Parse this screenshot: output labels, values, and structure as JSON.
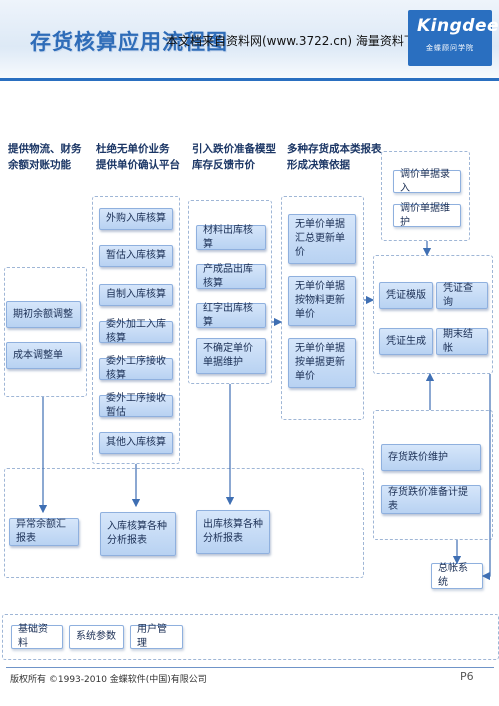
{
  "header": {
    "title": "存货核算应用流程图",
    "overlay_text": "本文档来自资料网(www.3722.cn) 海量资料下载",
    "logo_name": "Kingdee",
    "logo_sub": "金蝶顾问学院",
    "brand_color": "#2a6fc0"
  },
  "columns": [
    {
      "line1": "提供物流、财务",
      "line2": "余额对账功能"
    },
    {
      "line1": "杜绝无单价业务",
      "line2": "提供单价确认平台"
    },
    {
      "line1": "引入跌价准备模型",
      "line2": "库存反馈市价"
    },
    {
      "line1": "多种存货成本类报表",
      "line2": "形成决策依据"
    }
  ],
  "left_boxes": [
    "期初余额调整",
    "成本调整单"
  ],
  "inbound_boxes": [
    "外购入库核算",
    "暂估入库核算",
    "自制入库核算",
    "委外加工入库核算",
    "委外工序接收核算",
    "委外工序接收暂估",
    "其他入库核算"
  ],
  "outbound_boxes": [
    "材料出库核算",
    "产成品出库核算",
    "红字出库核算",
    "不确定单价单据维护"
  ],
  "update_boxes": [
    "无单价单据汇总更新单价",
    "无单价单据按物料更新单价",
    "无单价单据按单据更新单价"
  ],
  "price_boxes": [
    "调价单据录入",
    "调价单据维护"
  ],
  "voucher_boxes": [
    "凭证模版",
    "凭证查询",
    "凭证生成",
    "期末结帐"
  ],
  "provision_boxes": [
    "存货跌价维护",
    "存货跌价准备计提表"
  ],
  "report_boxes": [
    "异常余额汇报表",
    "入库核算各种分析报表",
    "出库核算各种分析报表"
  ],
  "gl_box": "总帐系统",
  "foundation": [
    "基础资料",
    "系统参数",
    "用户管理"
  ],
  "footer": {
    "copyright": "版权所有 ©1993-2010 金蝶软件(中国)有限公司",
    "page": "P6"
  }
}
